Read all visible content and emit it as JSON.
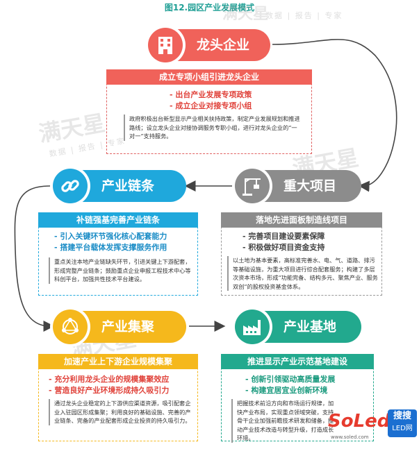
{
  "title": "图12.园区产业发展模式",
  "watermark": {
    "brand": "满天星",
    "tagline": "数据 | 报告 | 专家"
  },
  "stages": [
    {
      "id": "leading",
      "name": "龙头企业",
      "band": "成立专项小组引进龙头企业",
      "bullets": [
        "出台产业发展专项政策",
        "成立企业对接专项小组"
      ],
      "desc": "政府积极出台新型显示产业相关扶持政策，制定产业发展规划和推进路线；设立龙头企业对接协调服务专职小组，进行对龙头企业的“一对一”支持服务。",
      "icon": "building-icon",
      "color": "#f0625a"
    },
    {
      "id": "major",
      "name": "重大项目",
      "band": "落地先进面板制造线项目",
      "bullets": [
        "完善项目建设要素保障",
        "积极做好项目资金支持"
      ],
      "desc": "以土地为基本要素，高标准完善水、电、气、道路、排污等基础设施，为重大项目进行综合配套服务；构建了多层次资本市场，形成“功能完备、结构多元、聚焦产业、服务双创”的股权投资基金体系。",
      "icon": "crane-icon",
      "color": "#8c8c8c"
    },
    {
      "id": "chain",
      "name": "产业链条",
      "band": "补链强基完善产业链条",
      "bullets": [
        "引入关键环节强化核心配套能力",
        "搭建平台载体发挥支撑服务作用"
      ],
      "desc": "重点关注本地产业链缺失环节，引进关键上下游配套，形成完整产业链条；鼓励重点企业申报工程技术中心等科创平台，加强共性技术平台建设。",
      "icon": "chain-link-icon",
      "color": "#1fa8dc"
    },
    {
      "id": "cluster",
      "name": "产业集聚",
      "band": "加速产业上下游企业规模集聚",
      "bullets": [
        "充分利用龙头企业的规模集聚效应",
        "营造良好产业环境形成持久吸引力"
      ],
      "desc": "通过龙头企业稳定的上下游供应渠道资源，吸引配套企业入驻园区形成集聚；利用良好的基础设施、完善的产业链条、完备的产业配套形成企业投资的持久吸引力。",
      "icon": "network-icon",
      "color": "#f5b81c"
    },
    {
      "id": "base",
      "name": "产业基地",
      "band": "推进显示产业示范基地建设",
      "bullets": [
        "创新引领驱动高质量发展",
        "构建宜居宜业创新环境"
      ],
      "desc": "把握技术前沿方向和市场运行规律，加快产业布局，实现重点领域突破，支持骨干企业加强前瞻技术研发和储备，推动产业技术改造与转型升级，打造成长环境。",
      "icon": "factory-icon",
      "color": "#22a98e"
    }
  ],
  "logo": {
    "brand": "搜搜",
    "sub": "LED网",
    "url": "www.soled.com",
    "mark": "SoLed"
  },
  "colors": {
    "title": "#1f9f95",
    "flow_line": "#444444"
  }
}
